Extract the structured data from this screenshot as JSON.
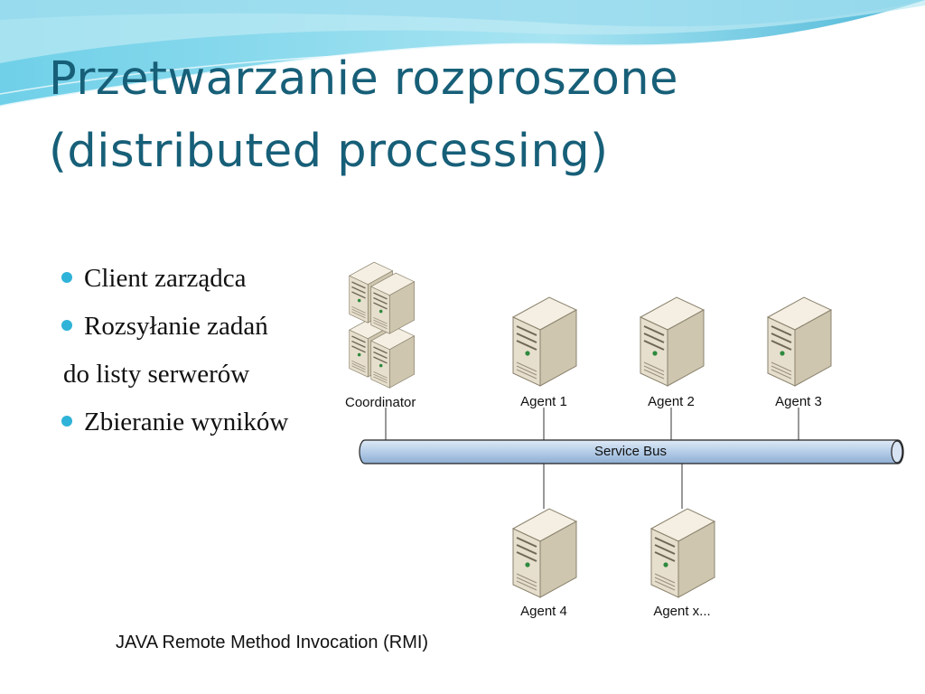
{
  "title": {
    "line1": "Przetwarzanie rozproszone",
    "line2": "(distributed processing)"
  },
  "bullets": [
    {
      "text": "Client zarządca",
      "bullet": true
    },
    {
      "text": "Rozsyłanie zadań",
      "bullet": true
    },
    {
      "text": "do listy serwerów",
      "bullet": false
    },
    {
      "text": "Zbieranie wyników",
      "bullet": true
    }
  ],
  "diagram": {
    "coordinator_label": "Coordinator",
    "bus_label": "Service Bus",
    "agents_top": [
      "Agent 1",
      "Agent 2",
      "Agent 3"
    ],
    "agents_bottom": [
      "Agent 4",
      "Agent x..."
    ]
  },
  "caption": "JAVA Remote Method Invocation (RMI)",
  "colors": {
    "title": "#175f78",
    "bullet": "#2fb3d8",
    "bus_fill": "#b9d0ea",
    "server_body": "#e4dccb"
  }
}
